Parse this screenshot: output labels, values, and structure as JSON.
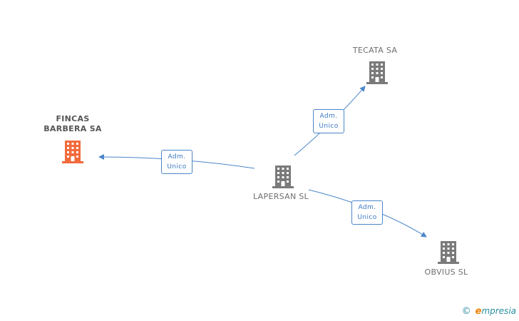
{
  "nodes": [
    {
      "id": "fincas",
      "label_lines": [
        "FINCAS",
        "BARBERA SA"
      ],
      "color": "#f26a3c",
      "main": true
    },
    {
      "id": "lapersan",
      "label_lines": [
        "LAPERSAN SL"
      ],
      "color": "#7a7a7a",
      "main": false
    },
    {
      "id": "tecata",
      "label_lines": [
        "TECATA SA"
      ],
      "color": "#7a7a7a",
      "main": false
    },
    {
      "id": "obvius",
      "label_lines": [
        "OBVIUS SL"
      ],
      "color": "#7a7a7a",
      "main": false
    }
  ],
  "edges": [
    {
      "from": "lapersan",
      "to": "fincas",
      "label_lines": [
        "Adm.",
        "Unico"
      ]
    },
    {
      "from": "lapersan",
      "to": "tecata",
      "label_lines": [
        "Adm.",
        "Unico"
      ]
    },
    {
      "from": "lapersan",
      "to": "obvius",
      "label_lines": [
        "Adm.",
        "Unico"
      ]
    }
  ],
  "edge_color": "#4a86c8",
  "brand": {
    "copyright": "©",
    "e": "e",
    "rest": "mpresia"
  }
}
